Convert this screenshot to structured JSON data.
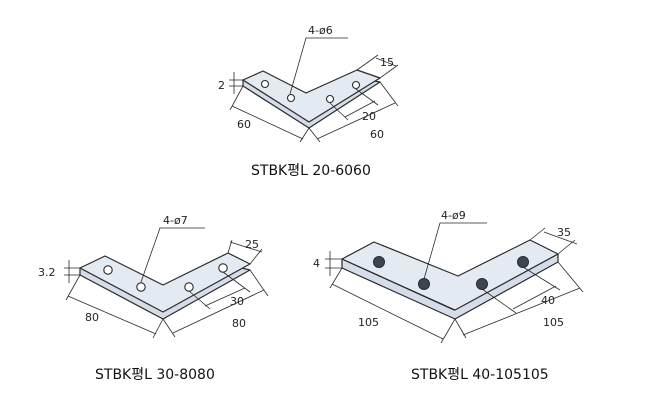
{
  "parts": [
    {
      "caption": "STBK평L 20-6060",
      "hole_label": "4-ø6",
      "thickness": "2",
      "dim_width": "15",
      "dim_hole_pitch": "20",
      "dim_leg_left": "60",
      "dim_leg_right": "60"
    },
    {
      "caption": "STBK평L 30-8080",
      "hole_label": "4-ø7",
      "thickness": "3.2",
      "dim_width": "25",
      "dim_hole_pitch": "30",
      "dim_leg_left": "80",
      "dim_leg_right": "80"
    },
    {
      "caption": "STBK평L 40-105105",
      "hole_label": "4-ø9",
      "thickness": "4",
      "dim_width": "35",
      "dim_hole_pitch": "40",
      "dim_leg_left": "105",
      "dim_leg_right": "105"
    }
  ]
}
